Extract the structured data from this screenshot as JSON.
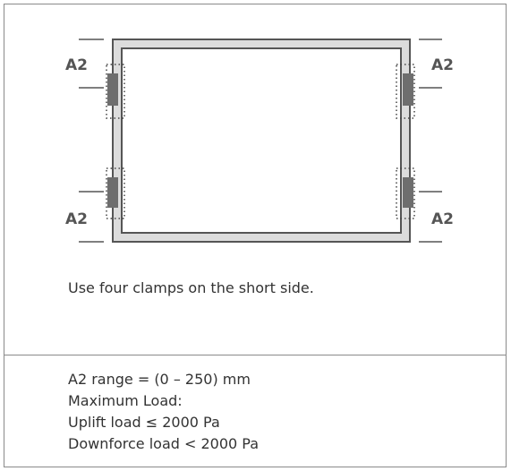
{
  "diagram": {
    "clamp_label": "A2",
    "clamp_count": 4,
    "colors": {
      "frame_fill": "#dcdcdc",
      "frame_stroke": "#555555",
      "clamp_fill": "#6e6e6e",
      "bracket": "#555555"
    }
  },
  "caption": "Use four clamps on the short side.",
  "spec": {
    "range": "A2 range = (0 – 250) mm",
    "max_load": "Maximum Load:",
    "uplift": "Uplift load ≤ 2000 Pa",
    "downforce": "Downforce load < 2000 Pa"
  }
}
